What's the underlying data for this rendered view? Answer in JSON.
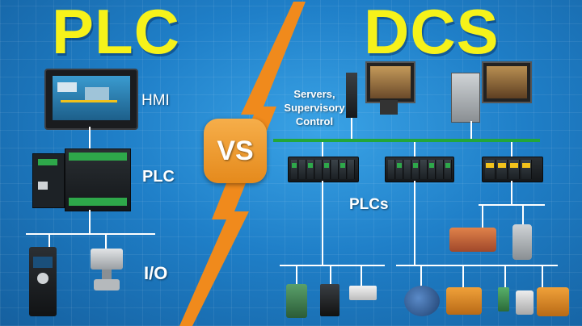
{
  "titles": {
    "left": "PLC",
    "right": "DCS"
  },
  "vs_badge": "VS",
  "left_labels": {
    "hmi": "HMI",
    "plc": "PLC",
    "io": "I/O"
  },
  "right_labels": {
    "servers_line1": "Servers,",
    "servers_line2": "Supervisory",
    "servers_line3": "Control",
    "plcs": "PLCs"
  },
  "colors": {
    "title": "#f6f21a",
    "background": "#1f7fc8",
    "lightning": "#f08a1c",
    "vs_badge": "#f29a2e",
    "network": "#22a63a"
  },
  "icons": [
    "hmi-panel-icon",
    "plc-rack-icon",
    "vfd-drive-icon",
    "valve-actuator-icon",
    "server-tower-icon",
    "workstation-monitor-icon",
    "io-rack-icon",
    "motor-icon",
    "sensor-icon"
  ]
}
